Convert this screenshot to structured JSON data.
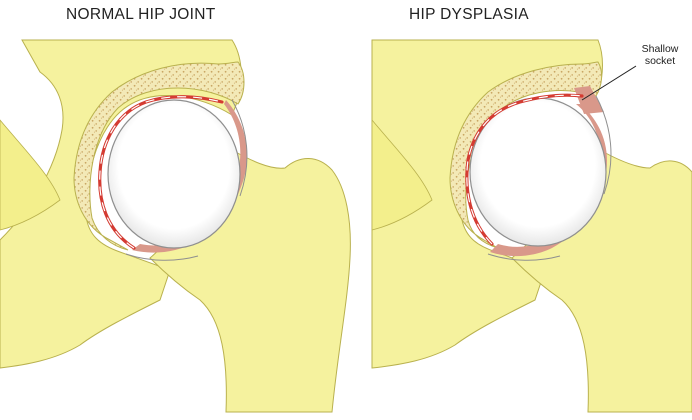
{
  "panels": [
    {
      "title": "NORMAL HIP JOINT"
    },
    {
      "title": "HIP DYSPLASIA"
    }
  ],
  "callout": {
    "line1": "Shallow",
    "line2": "socket"
  },
  "colors": {
    "bone": "#f5f29e",
    "bone_stroke": "#b9b14e",
    "marrow": "#f3e9b7",
    "marrow_dots": "#c9a663",
    "cartilage": "#d9988a",
    "labrum_red": "#d43b32",
    "socket_line": "#ffffff",
    "femoral_head": "#ffffff",
    "outline": "#8f8f8f",
    "text": "#222222"
  }
}
